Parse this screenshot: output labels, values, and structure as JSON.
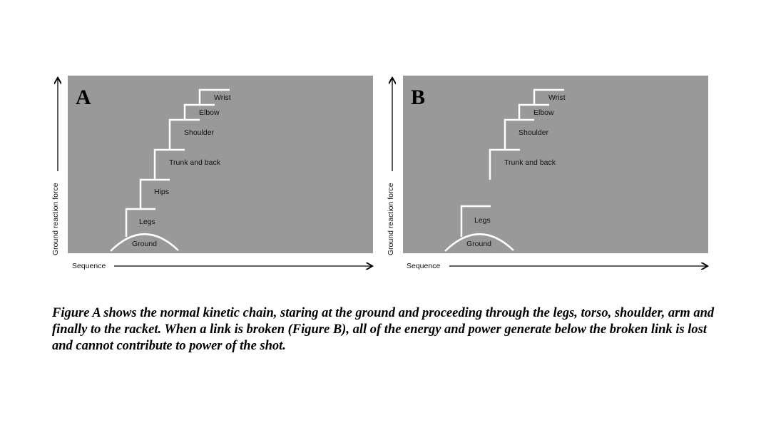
{
  "figures": [
    {
      "letter": "A",
      "y_axis": "Ground reaction force",
      "x_axis": "Sequence",
      "segments": [
        "Ground",
        "Legs",
        "Hips",
        "Trunk and back",
        "Shoulder",
        "Elbow",
        "Wrist"
      ]
    },
    {
      "letter": "B",
      "y_axis": "Ground reaction force",
      "x_axis": "Sequence",
      "segments": [
        "Ground",
        "Legs",
        "Trunk and back",
        "Shoulder",
        "Elbow",
        "Wrist"
      ]
    }
  ],
  "caption": "Figure A shows the normal kinetic chain, staring at the ground and proceeding through the legs, torso, shoulder, arm and finally to the racket.  When a link is broken (Figure B), all of the energy and power generate below the broken link is lost and cannot contribute to power of the shot."
}
